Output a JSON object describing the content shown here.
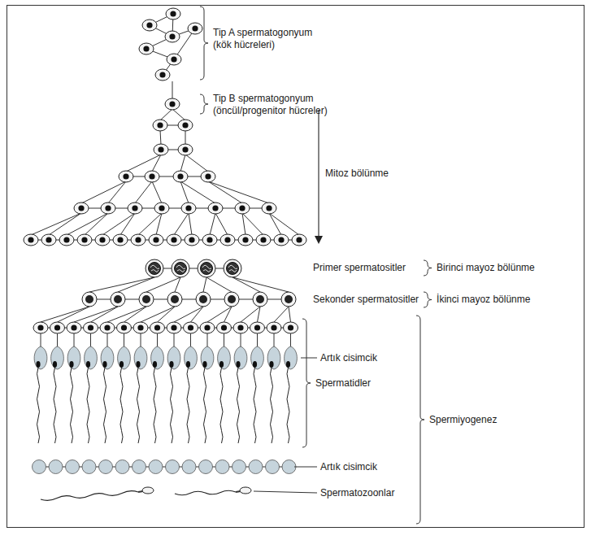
{
  "diagram": {
    "labels": [
      "Tip A spermatogonyum (kök hücreleri)",
      "Tip B spermatogonyum (öncül/progenitor hücreler)",
      "Mitoz bölünme",
      "Primer spermatositler",
      "Birinci mayoz bölünme",
      "Sekonder spermatositler",
      "İkinci mayoz bölünme",
      "Artık cisimcik",
      "Spermatidler",
      "Spermiyogenez",
      "Artık cisimcik",
      "Spermatozoonlar"
    ]
  }
}
